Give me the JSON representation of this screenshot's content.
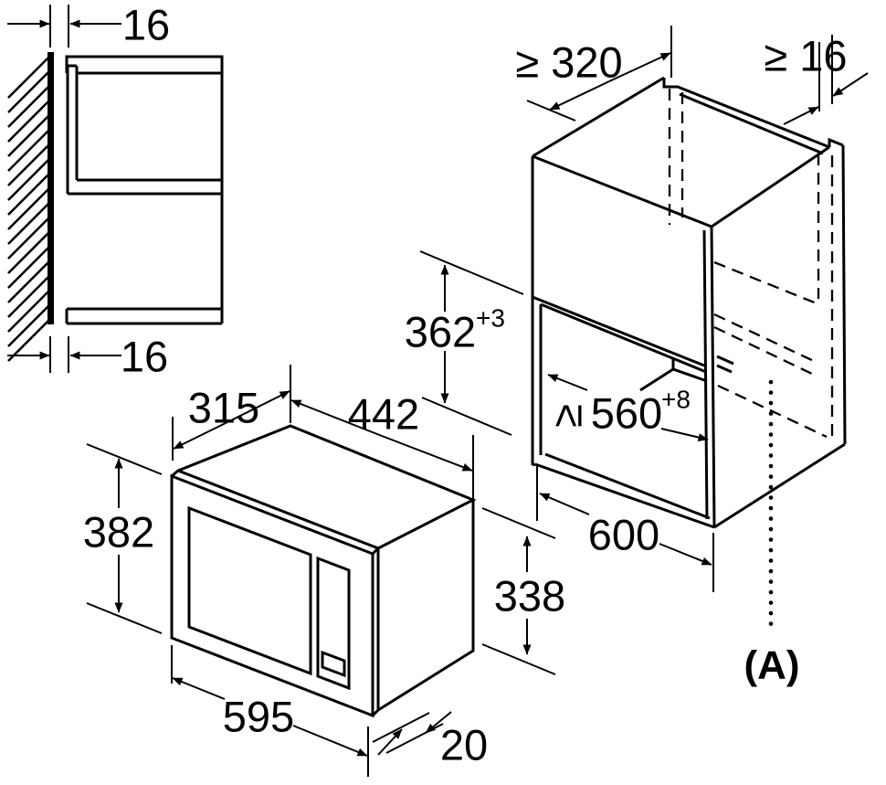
{
  "colors": {
    "line": "#000000",
    "background": "#ffffff"
  },
  "wall_section_view": {
    "gap_top": "16",
    "gap_bottom": "16"
  },
  "cabinet_view": {
    "top_depth": "≥ 320",
    "rear_gap": "≥ 16",
    "niche_height": "362",
    "niche_height_tolerance": "+3",
    "niche_width_symbol": "≥",
    "niche_width": "560",
    "niche_width_tolerance": "+8",
    "cabinet_width": "600",
    "annotation": "(A)"
  },
  "microwave_view": {
    "body_depth": "315",
    "body_width": "442",
    "front_height": "382",
    "front_width": "595",
    "frame_overhang": "20",
    "body_height": "338"
  }
}
